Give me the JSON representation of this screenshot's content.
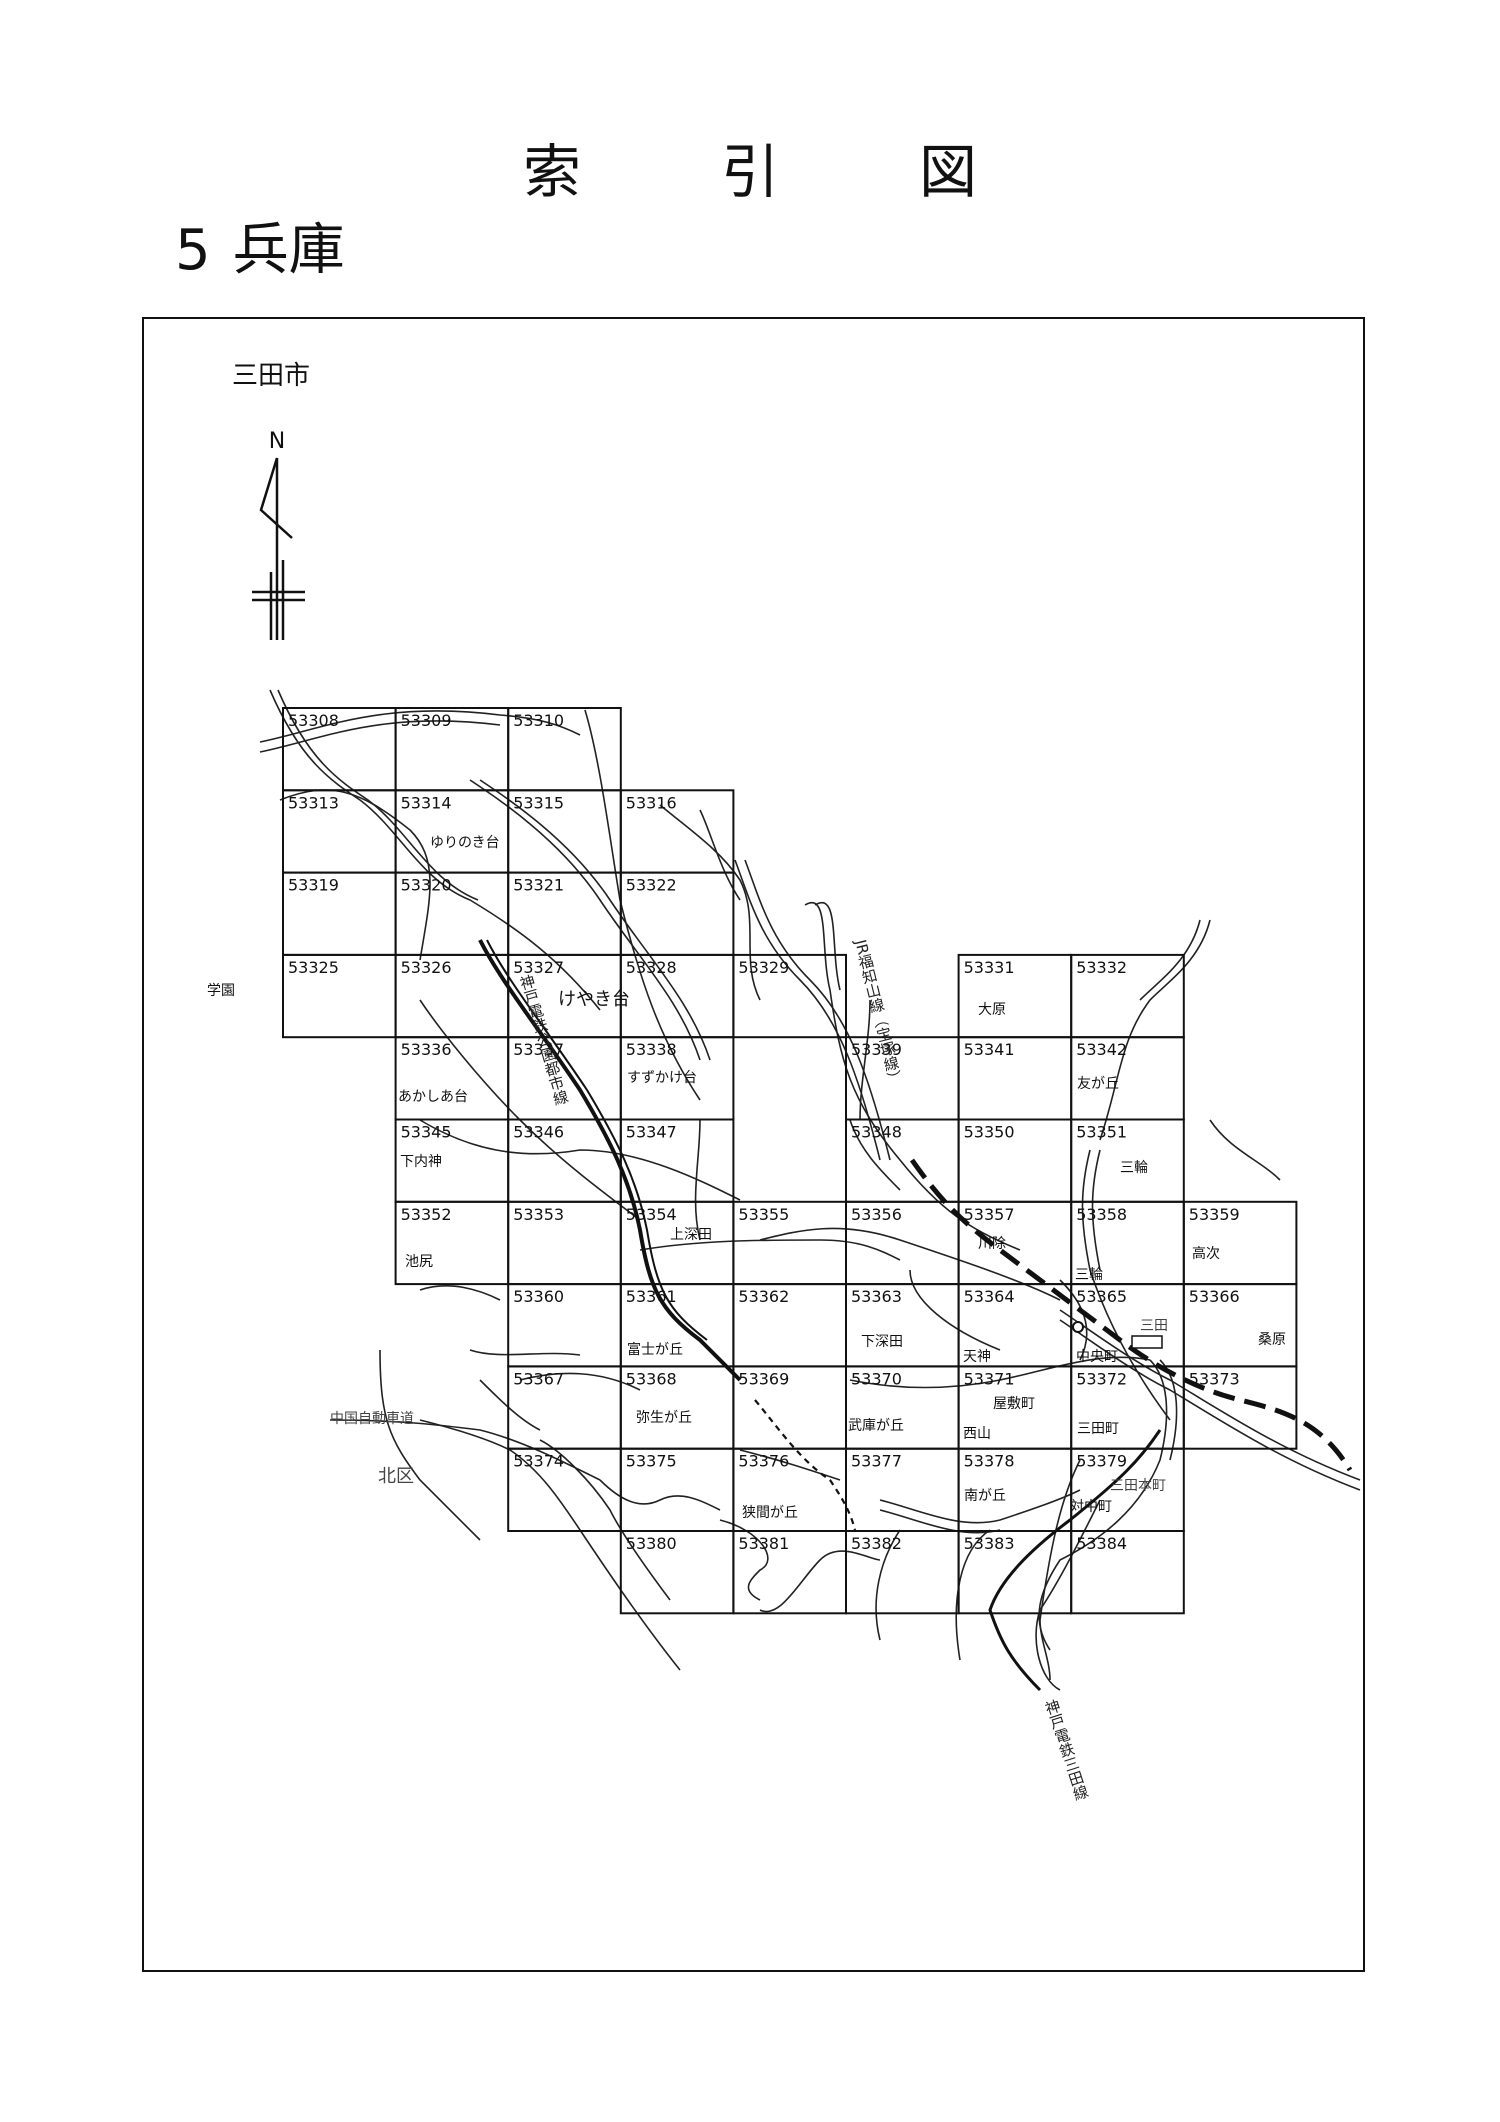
{
  "page": {
    "title": "索引図",
    "section_number": "5",
    "section_name": "兵庫",
    "city": "三田市"
  },
  "compass": {
    "north_label": "N"
  },
  "grid": {
    "rows": [
      [
        "53308",
        "53309",
        "53310"
      ],
      [
        "53313",
        "53314",
        "53315",
        "53316"
      ],
      [
        "53319",
        "53320",
        "53321",
        "53322"
      ],
      [
        "53325",
        "53326",
        "53327",
        "53328",
        "53329",
        "53331",
        "53332"
      ],
      [
        "53336",
        "53337",
        "53338",
        "53339",
        "53341",
        "53342"
      ],
      [
        "53345",
        "53346",
        "53347",
        "53348",
        "53350",
        "53351"
      ],
      [
        "53352",
        "53353",
        "53354",
        "53355",
        "53356",
        "53357",
        "53358",
        "53359"
      ],
      [
        "53360",
        "53361",
        "53362",
        "53363",
        "53364",
        "53365",
        "53366"
      ],
      [
        "53367",
        "53368",
        "53369",
        "53370",
        "53371",
        "53372",
        "53373"
      ],
      [
        "53374",
        "53375",
        "53376",
        "53377",
        "53378",
        "53379"
      ],
      [
        "53380",
        "53381",
        "53382",
        "53383",
        "53384"
      ]
    ]
  },
  "places": {
    "gakuen": "学園",
    "yurinokidai": "ゆりのき台",
    "keyakidai": "けやき台",
    "ohara": "大原",
    "akashiadai": "あかしあ台",
    "suzukakedai": "すずかけ台",
    "tomogaoka": "友が丘",
    "shimouchigami": "下内神",
    "miwa": "三輪",
    "kamifukada": "上深田",
    "kawayoke": "川除",
    "miwa2": "三輪",
    "takatsugi": "高次",
    "ikejiri": "池尻",
    "fujigaoka": "富士が丘",
    "shimofukada": "下深田",
    "tenjin": "天神",
    "chuocho": "中央町",
    "kuwabara": "桑原",
    "yayoigaoka": "弥生が丘",
    "mukogaoka": "武庫が丘",
    "yashikicho": "屋敷町",
    "nishiyama": "西山",
    "sandacho": "三田町",
    "sayamagaoka": "狭間が丘",
    "minamigaoka": "南が丘",
    "taichucho": "対中町",
    "kitaku": "北区",
    "chugoku_expressway": "中国自動車道",
    "sanda_station": "三田",
    "sanda_honmachi": "三田本町"
  },
  "rail_labels": {
    "jr_fukuchiyama": "JR福知山線（宝塚線）",
    "kobe_dentetsu_koen_toshi": "神戸電鉄公園都市線",
    "kobe_dentetsu_sanda": "神戸電鉄三田線"
  }
}
